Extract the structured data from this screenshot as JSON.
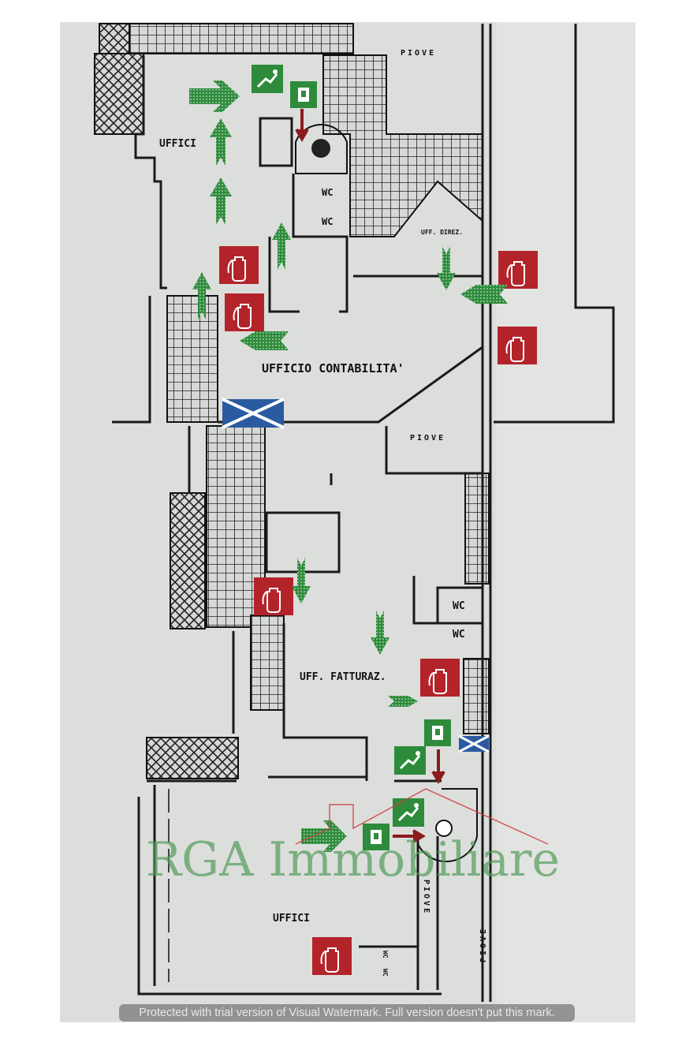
{
  "rooms": {
    "uffici_top": "UFFICI",
    "piove_top": "PIOVE",
    "wc_1": "WC",
    "wc_2": "WC",
    "uff_direz": "UFF. DIREZ.",
    "ufficio_contabilita": "UFFICIO CONTABILITA'",
    "piove_mid": "PIOVE",
    "wc_3": "WC",
    "wc_4": "WC",
    "uff_fatturaz": "UFF. FATTURAZ.",
    "uffici_bottom": "UFFICI",
    "piove_vert_1": "PIOVE",
    "piove_vert_2": "PIOVE",
    "wc_5": "WC",
    "wc_6": "WC"
  },
  "logo_watermark": "RGA Immobiliare",
  "trial_watermark": "Protected with trial version of Visual Watermark. Full version doesn't put this mark.",
  "colors": {
    "background": "#dcdedc",
    "wall": "#1a1a1a",
    "exit_green": "#2e8b3c",
    "fire_red": "#b3242a",
    "assembly_blue": "#2a5aa0",
    "logo_green": "#4d9a55",
    "logo_red": "#d04040"
  },
  "icons": [
    "fire-extinguisher-icon",
    "emergency-exit-icon",
    "escape-arrow-icon",
    "assembly-point-icon",
    "spiral-staircase-icon"
  ]
}
